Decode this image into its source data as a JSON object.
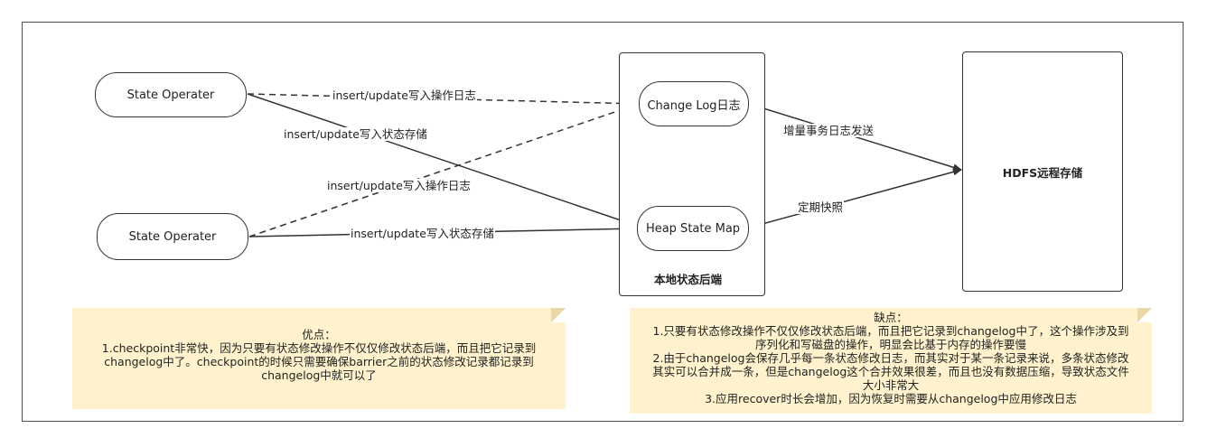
{
  "nodes": {
    "state_operater_1": "State Operater",
    "state_operater_2": "State Operater",
    "change_log": "Change Log日志",
    "heap_state_map": "Heap State Map",
    "hdfs": "HDFS远程存储"
  },
  "group": {
    "title": "本地状态后端"
  },
  "edges": {
    "op1_to_changelog": "insert/update写入操作日志",
    "op1_to_heap": "insert/update写入状态存储",
    "op2_to_changelog": "insert/update写入操作日志",
    "op2_to_heap": "insert/update写入状态存储",
    "changelog_to_hdfs": "增量事务日志发送",
    "heap_to_hdfs": "定期快照"
  },
  "notes": {
    "pros": {
      "lines": [
        "优点：",
        "1.checkpoint非常快，因为只要有状态修改操作不仅仅修改状态后端，而且把它记录到",
        "changelog中了。checkpoint的时候只需要确保barrier之前的状态修改记录都记录到",
        "changelog中就可以了"
      ]
    },
    "cons": {
      "lines": [
        "缺点：",
        "1.只要有状态修改操作不仅仅修改状态后端，而且把它记录到changelog中了，这个操作涉及到",
        "序列化和写磁盘的操作，明显会比基于内存的操作要慢",
        "2.由于changelog会保存几乎每一条状态修改日志，而其实对于某一条记录来说，多条状态修改",
        "其实可以合并成一条，但是changelog这个合并效果很差，而且也没有数据压缩，导致状态文件",
        "大小非常大",
        "3.应用recover时长会增加，因为恢复时需要从changelog中应用修改日志"
      ]
    }
  },
  "colors": {
    "line": "#333333",
    "note_fill": "#fff2cc",
    "frame": "#4d4d4d"
  }
}
